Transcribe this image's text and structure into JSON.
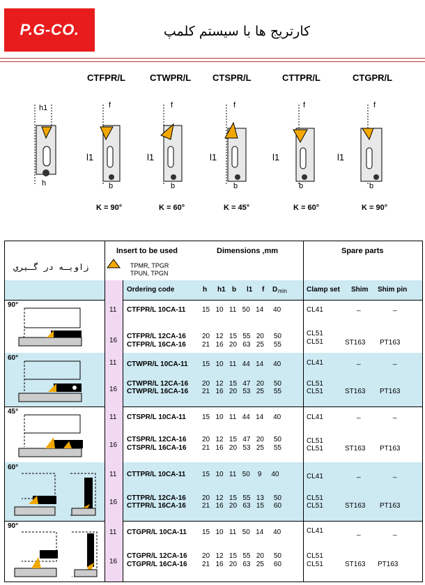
{
  "logo": "P.G-CO.",
  "title": "کارتریج ها با سیستم کلمپ",
  "holders": [
    {
      "code": "CTFPR/L",
      "angle": "K = 90°"
    },
    {
      "code": "CTWPR/L",
      "angle": "K = 60°"
    },
    {
      "code": "CTSPR/L",
      "angle": "K = 45°"
    },
    {
      "code": "CTTPR/L",
      "angle": "K = 60°"
    },
    {
      "code": "CTGPR/L",
      "angle": "K = 90°"
    }
  ],
  "dim_labels": {
    "h1": "h1",
    "h": "h",
    "f": "f",
    "l1": "l1",
    "b": "b",
    "k": "κ"
  },
  "table": {
    "angle_header": "زاويـه در گـيري",
    "insert_header": "Insert to be used",
    "insert_types_1": "TPMR, TPGR",
    "insert_types_2": "TPUN, TPGN",
    "dimensions_header": "Dimensions ,mm",
    "spare_header": "Spare  parts",
    "col_ordering": "Ordering code",
    "col_h": "h",
    "col_h1": "h1",
    "col_b": "b",
    "col_l1": "l1",
    "col_f": "f",
    "col_d": "D",
    "col_d_sub": "min",
    "col_clamp": "Clamp set",
    "col_shim": "Shim",
    "col_shimpin": "Shim pin",
    "groups": [
      {
        "angle": "90°",
        "size_a": "11",
        "size_b": "16",
        "row_a": {
          "code": "CTFPR/L  10CA-11",
          "dims": "15   10   11   50   14     40",
          "clamp": "CL41",
          "shim": "_",
          "pin": "_"
        },
        "row_b": {
          "code": "CTFPR/L  12CA-16",
          "dims": "20   12   15   55   20     50",
          "clamp": "CL51",
          "shim": "",
          "pin": ""
        },
        "row_c": {
          "code": "CTFPR/L  16CA-16",
          "dims": "21   16   20   63   25     55",
          "clamp": "CL51",
          "shim": "ST163",
          "pin": "PT163"
        }
      },
      {
        "angle": "60°",
        "size_a": "11",
        "size_b": "16",
        "row_a": {
          "code": "CTWPR/L  10CA-11",
          "dims": "15   10   11   44   14     40",
          "clamp": "CL41",
          "shim": "_",
          "pin": "_"
        },
        "row_b": {
          "code": "CTWPR/L  12CA-16",
          "dims": "20   12   15   47   20     50",
          "clamp": "CL51",
          "shim": "",
          "pin": ""
        },
        "row_c": {
          "code": "CTWPR/L  16CA-16",
          "dims": "21   16   20   53   25     55",
          "clamp": "CL51",
          "shim": "ST163",
          "pin": "PT163"
        }
      },
      {
        "angle": "45°",
        "size_a": "11",
        "size_b": "16",
        "row_a": {
          "code": "CTSPR/L  10CA-11",
          "dims": "15   10   11   44   14     40",
          "clamp": "CL41",
          "shim": "_",
          "pin": "_"
        },
        "row_b": {
          "code": "CTSPR/L  12CA-16",
          "dims": "20   12   15   47   20     50",
          "clamp": "CL51",
          "shim": "",
          "pin": ""
        },
        "row_c": {
          "code": "CTSPR/L  16CA-16",
          "dims": "21   16   20   53   25     55",
          "clamp": "CL51",
          "shim": "ST163",
          "pin": "PT163"
        }
      },
      {
        "angle": "60°",
        "size_a": "11",
        "size_b": "16",
        "row_a": {
          "code": "CTTPR/L  10CA-11",
          "dims": "15   10   11   50    9     40",
          "clamp": "CL41",
          "shim": "_",
          "pin": "_"
        },
        "row_b": {
          "code": "CTTPR/L  12CA-16",
          "dims": "20   12   15   55   13     50",
          "clamp": "CL51",
          "shim": "",
          "pin": ""
        },
        "row_c": {
          "code": "CTTPR/L  16CA-16",
          "dims": "21   16   20   63   15     60",
          "clamp": "CL51",
          "shim": "ST163",
          "pin": "PT163"
        }
      },
      {
        "angle": "90°",
        "size_a": "11",
        "size_b": "16",
        "row_a": {
          "code": "CTGPR/L  10CA-11",
          "dims": "15   10   11   50   14     40",
          "clamp": "CL41",
          "shim": "_",
          "pin": "_"
        },
        "row_b": {
          "code": "CTGPR/L  12CA-16",
          "dims": "20   12   15   55   20     50",
          "clamp": "CL51",
          "shim": "",
          "pin": ""
        },
        "row_c": {
          "code": "CTGPR/L  16CA-16",
          "dims": "21   16   20   63   25     60",
          "clamp": "CL51",
          "shim": "ST163",
          "pin": "PT163"
        }
      }
    ]
  },
  "colors": {
    "brand_red": "#e81c1c",
    "table_cyan": "#cde9f2",
    "table_pink": "#f2d9f2",
    "insert_orange": "#f2a800"
  }
}
